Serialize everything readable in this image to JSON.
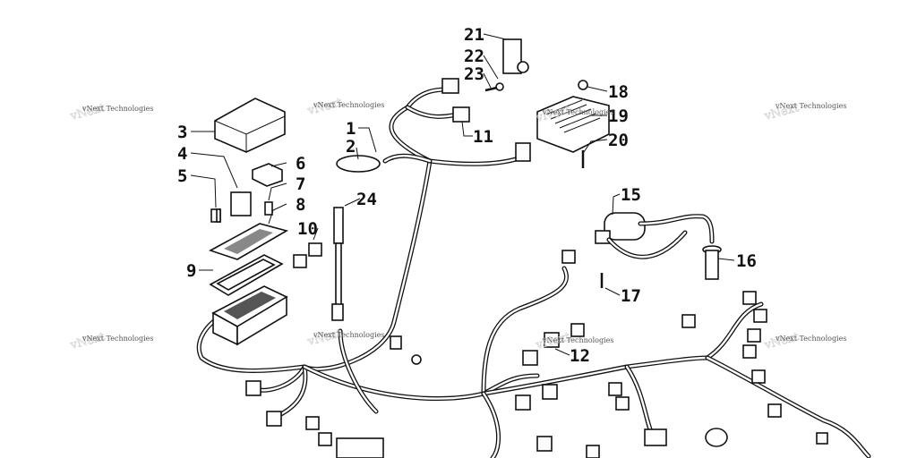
{
  "diagram": {
    "callouts": [
      "1",
      "2",
      "3",
      "4",
      "5",
      "6",
      "7",
      "8",
      "9",
      "10",
      "11",
      "12",
      "15",
      "16",
      "17",
      "18",
      "19",
      "20",
      "21",
      "22",
      "23",
      "24"
    ],
    "watermark": "vNext Technologies"
  }
}
